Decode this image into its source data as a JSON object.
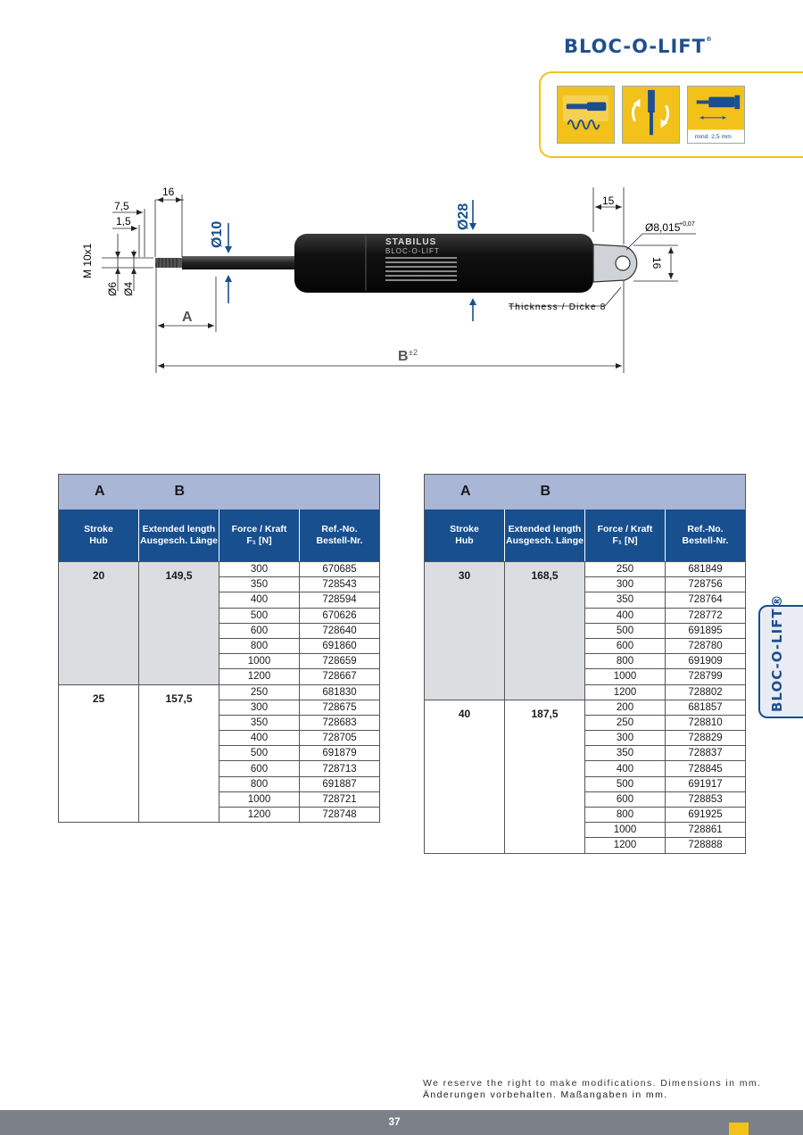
{
  "brand": {
    "name": "BLOC-O-LIFT",
    "reg": "®"
  },
  "icons": [
    {
      "name": "spring-compare-icon"
    },
    {
      "name": "mounting-orientation-icon"
    },
    {
      "name": "min-distance-icon",
      "label": "mind. 2,5 mm"
    }
  ],
  "drawing": {
    "dims": {
      "d16_top": "16",
      "d7_5": "7,5",
      "d1_5": "1,5",
      "thread": "M 10x1",
      "d6": "Ø6",
      "d4": "Ø4",
      "rod_dia": "Ø10",
      "body_dia": "Ø28",
      "eye_len": "15",
      "eye_bore": "Ø8,015",
      "eye_tol": "+0,07",
      "eye_h": "16",
      "thickness": "Thickness / Dicke 8",
      "a": "A",
      "b": "B",
      "b_tol": "±2"
    },
    "label_stabilus": "STABILUS",
    "label_product": "BLOC-O-LIFT"
  },
  "tables": [
    {
      "col_a": "A",
      "col_b": "B",
      "headers": [
        [
          "Stroke",
          "Hub"
        ],
        [
          "Extended length",
          "Ausgesch. Länge"
        ],
        [
          "Force / Kraft",
          "F₁ [N]"
        ],
        [
          "Ref.-No.",
          "Bestell-Nr."
        ]
      ],
      "groups": [
        {
          "stroke": "20",
          "length": "149,5",
          "rows": [
            [
              "300",
              "670685"
            ],
            [
              "350",
              "728543"
            ],
            [
              "400",
              "728594"
            ],
            [
              "500",
              "670626"
            ],
            [
              "600",
              "728640"
            ],
            [
              "800",
              "691860"
            ],
            [
              "1000",
              "728659"
            ],
            [
              "1200",
              "728667"
            ]
          ]
        },
        {
          "stroke": "25",
          "length": "157,5",
          "rows": [
            [
              "250",
              "681830"
            ],
            [
              "300",
              "728675"
            ],
            [
              "350",
              "728683"
            ],
            [
              "400",
              "728705"
            ],
            [
              "500",
              "691879"
            ],
            [
              "600",
              "728713"
            ],
            [
              "800",
              "691887"
            ],
            [
              "1000",
              "728721"
            ],
            [
              "1200",
              "728748"
            ]
          ]
        }
      ]
    },
    {
      "col_a": "A",
      "col_b": "B",
      "headers": [
        [
          "Stroke",
          "Hub"
        ],
        [
          "Extended length",
          "Ausgesch. Länge"
        ],
        [
          "Force / Kraft",
          "F₁ [N]"
        ],
        [
          "Ref.-No.",
          "Bestell-Nr."
        ]
      ],
      "groups": [
        {
          "stroke": "30",
          "length": "168,5",
          "rows": [
            [
              "250",
              "681849"
            ],
            [
              "300",
              "728756"
            ],
            [
              "350",
              "728764"
            ],
            [
              "400",
              "728772"
            ],
            [
              "500",
              "691895"
            ],
            [
              "600",
              "728780"
            ],
            [
              "800",
              "691909"
            ],
            [
              "1000",
              "728799"
            ],
            [
              "1200",
              "728802"
            ]
          ]
        },
        {
          "stroke": "40",
          "length": "187,5",
          "rows": [
            [
              "200",
              "681857"
            ],
            [
              "250",
              "728810"
            ],
            [
              "300",
              "728829"
            ],
            [
              "350",
              "728837"
            ],
            [
              "400",
              "728845"
            ],
            [
              "500",
              "691917"
            ],
            [
              "600",
              "728853"
            ],
            [
              "800",
              "691925"
            ],
            [
              "1000",
              "728861"
            ],
            [
              "1200",
              "728888"
            ]
          ]
        }
      ]
    }
  ],
  "sidetab": "BLOC-O-LIFT®",
  "footer": {
    "note_en": "We reserve the right to make modifications. Dimensions in mm.",
    "note_de": "Änderungen vorbehalten. Maßangaben in mm.",
    "page": "37"
  },
  "colors": {
    "blue": "#174f8f",
    "yellow": "#f2c21a",
    "lightblue": "#aab6d6",
    "gray": "#7c8088"
  }
}
